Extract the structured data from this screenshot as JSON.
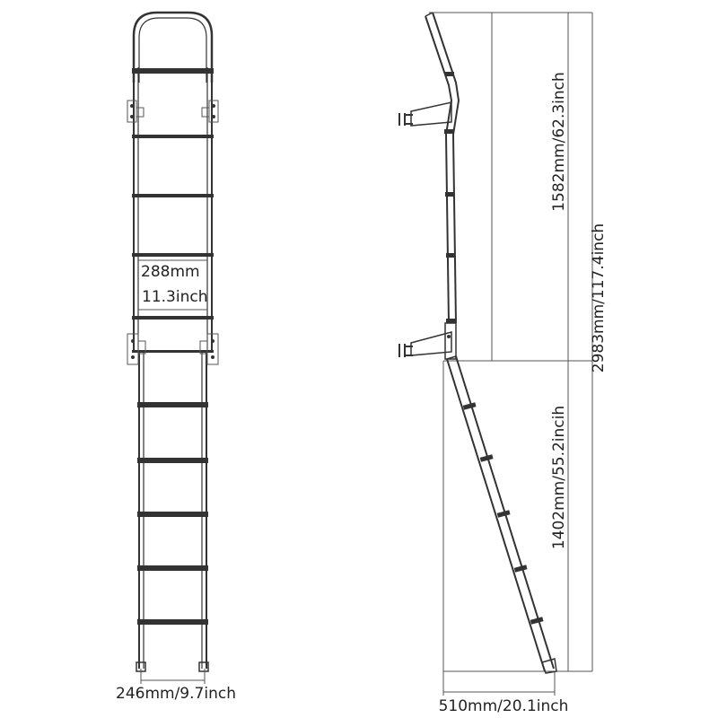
{
  "front_view": {
    "inner_width": "288mm",
    "inner_width_imperial": "11.3inch",
    "bottom_width": "246mm/9.7inch"
  },
  "side_view": {
    "upper_height": "1582mm/62.3inch",
    "total_height": "2983mm/117.4inch",
    "lower_height": "1402mm/55.2incih",
    "base_depth": "510mm/20.1inch"
  },
  "colors": {
    "line": "#333333",
    "text": "#222222",
    "background": "#ffffff"
  }
}
